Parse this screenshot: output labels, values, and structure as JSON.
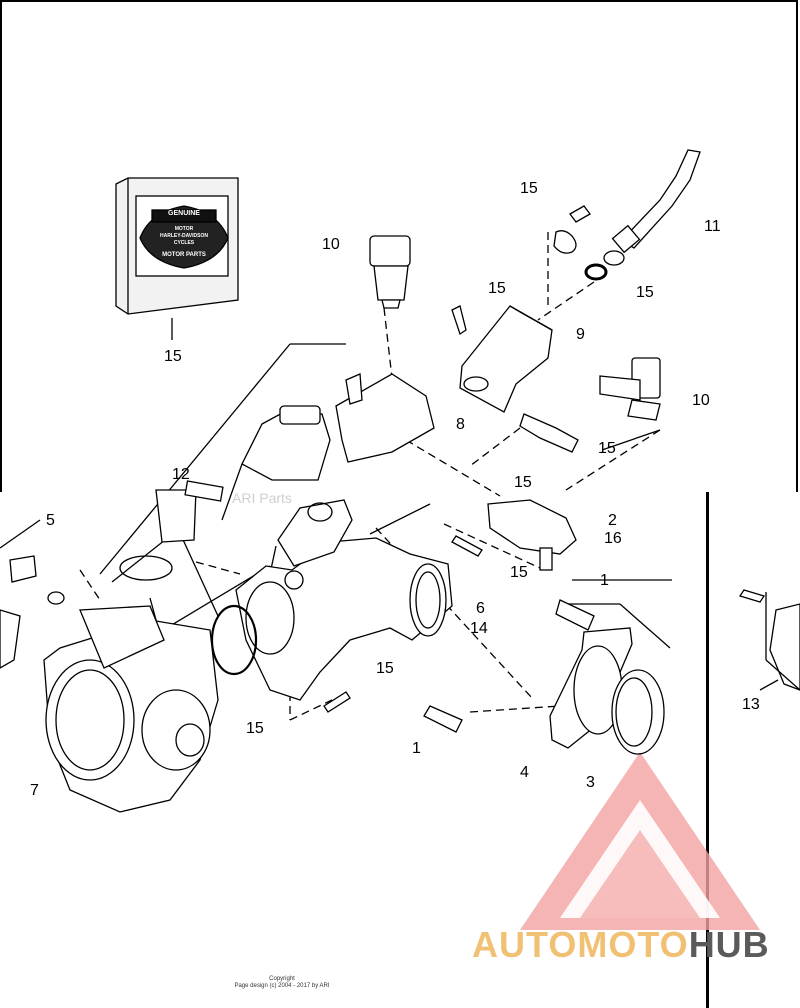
{
  "callouts": [
    {
      "id": "15a",
      "text": "15"
    },
    {
      "id": "10a",
      "text": "10"
    },
    {
      "id": "11",
      "text": "11"
    },
    {
      "id": "15b",
      "text": "15"
    },
    {
      "id": "15c",
      "text": "15"
    },
    {
      "id": "15d",
      "text": "15"
    },
    {
      "id": "9",
      "text": "9"
    },
    {
      "id": "10b",
      "text": "10"
    },
    {
      "id": "8",
      "text": "8"
    },
    {
      "id": "15e",
      "text": "15"
    },
    {
      "id": "15f",
      "text": "15"
    },
    {
      "id": "12",
      "text": "12"
    },
    {
      "id": "5",
      "text": "5"
    },
    {
      "id": "2",
      "text": "2"
    },
    {
      "id": "16",
      "text": "16"
    },
    {
      "id": "15g",
      "text": "15"
    },
    {
      "id": "1a",
      "text": "1"
    },
    {
      "id": "6",
      "text": "6"
    },
    {
      "id": "14",
      "text": "14"
    },
    {
      "id": "15h",
      "text": "15"
    },
    {
      "id": "15i",
      "text": "15"
    },
    {
      "id": "1b",
      "text": "1"
    },
    {
      "id": "4",
      "text": "4"
    },
    {
      "id": "3",
      "text": "3"
    },
    {
      "id": "7",
      "text": "7"
    },
    {
      "id": "13",
      "text": "13"
    }
  ],
  "package": {
    "line1": "GENUINE",
    "line2": "MOTOR",
    "line3": "HARLEY-DAVIDSON",
    "line4": "CYCLES",
    "line5": "MOTOR PARTS"
  },
  "watermark": "ARI Parts",
  "footer": {
    "line1": "Copyright",
    "line2": "Page design (c) 2004 - 2017 by ARI"
  },
  "brand": {
    "part1": "AUTO",
    "part2": "MOTO",
    "part3": "HUB"
  },
  "colors": {
    "brand_red": "#e84a4a",
    "brand_orange": "#f1c173",
    "brand_gray": "#5a5a5a"
  }
}
